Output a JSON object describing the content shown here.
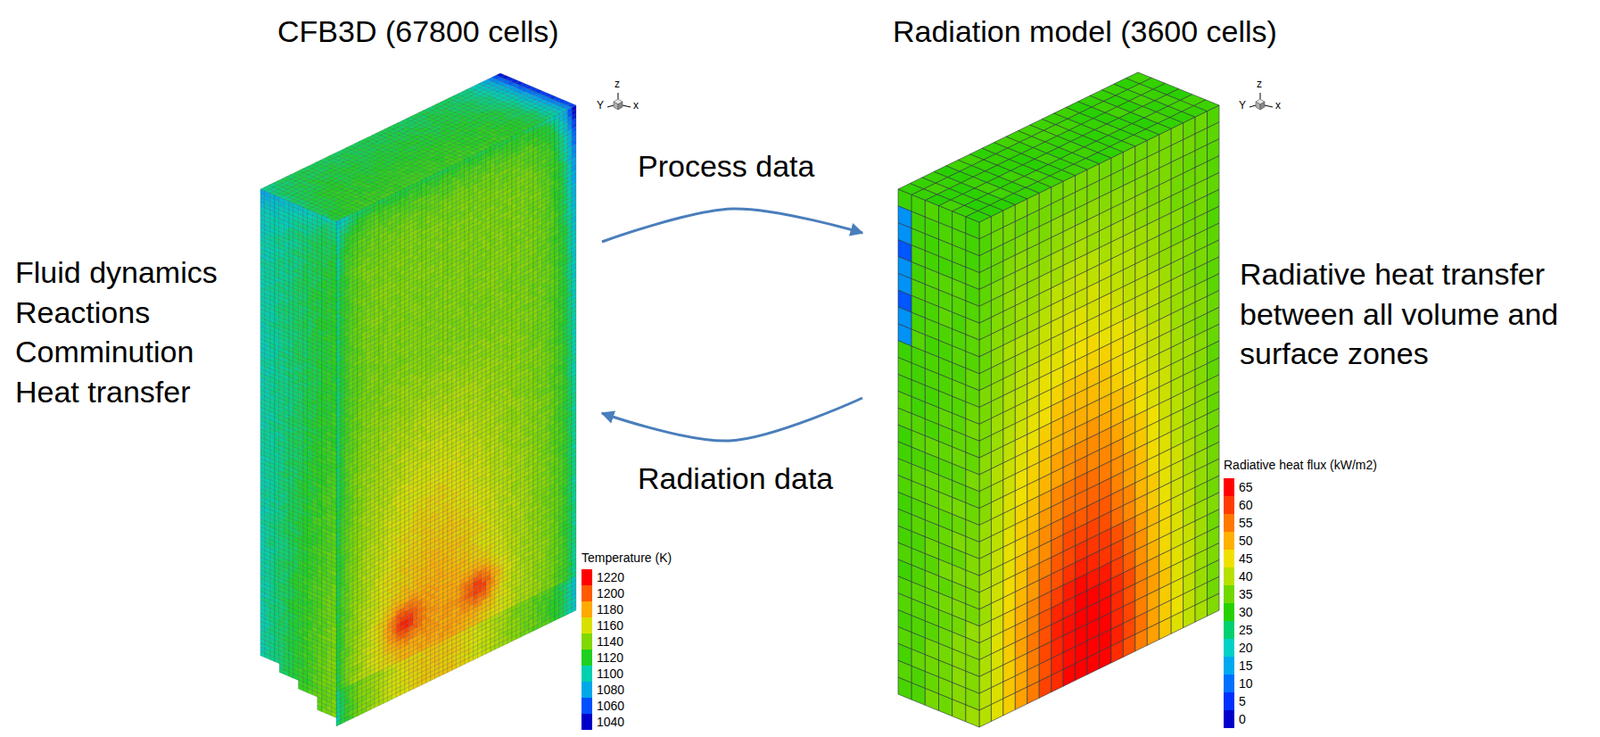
{
  "diagram": {
    "nodes": [
      {
        "text": [
          "CFB3D (67800 cells)"
        ]
      },
      {
        "text": [
          "Radiation model (3600 cells)"
        ]
      }
    ],
    "edges": [
      {
        "from": 0,
        "to": 1,
        "arrow": "to",
        "label": "Process data"
      },
      {
        "from": 1,
        "to": 0,
        "arrow": "to",
        "label": "Radiation data"
      }
    ],
    "labels": [
      "Fluid dynamics",
      "Reactions",
      "Comminution",
      "Heat transfer",
      "z",
      "Y",
      "x",
      "z",
      "Y",
      "x",
      "Radiative heat transfer between all volume and surface zones",
      "Temperature (K)",
      "Radiative heat flux (kW/m2)"
    ],
    "legend": [
      {
        "text": "1220",
        "color": "#ff0000"
      },
      {
        "text": "1200",
        "color": "#ff5a00"
      },
      {
        "text": "1180",
        "color": "#ffaa00"
      },
      {
        "text": "1160",
        "color": "#d8e000"
      },
      {
        "text": "1140",
        "color": "#80d800"
      },
      {
        "text": "1120",
        "color": "#20d020"
      },
      {
        "text": "1100",
        "color": "#00d0b0"
      },
      {
        "text": "1080",
        "color": "#00a8e8"
      },
      {
        "text": "1060",
        "color": "#0050ff"
      },
      {
        "text": "1040",
        "color": "#0000c8"
      },
      {
        "text": "65",
        "color": "#ff0000"
      },
      {
        "text": "60",
        "color": "#ff3c00"
      },
      {
        "text": "55",
        "color": "#ff7800"
      },
      {
        "text": "50",
        "color": "#ffb000"
      },
      {
        "text": "45",
        "color": "#f0e000"
      },
      {
        "text": "40",
        "color": "#b8e000"
      },
      {
        "text": "35",
        "color": "#70d800"
      },
      {
        "text": "30",
        "color": "#28d000"
      },
      {
        "text": "25",
        "color": "#00d070"
      },
      {
        "text": "20",
        "color": "#00d0c8"
      },
      {
        "text": "15",
        "color": "#00a8f0"
      },
      {
        "text": "10",
        "color": "#0070ff"
      },
      {
        "text": "5",
        "color": "#0030ff"
      },
      {
        "text": "0",
        "color": "#0000c8"
      }
    ]
  }
}
